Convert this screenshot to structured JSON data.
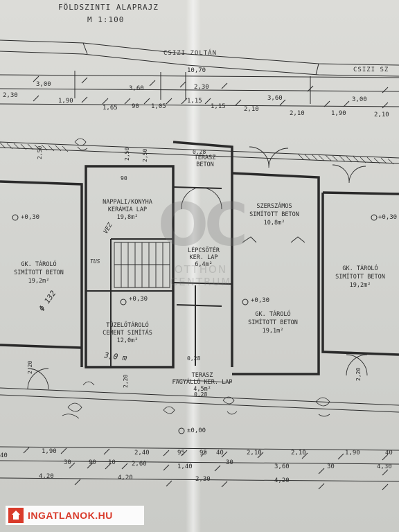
{
  "title": "FÖLDSZINTI ALAPRAJZ",
  "scale": "M 1:100",
  "street_left": "CSIZI ZOLTÁN",
  "street_right": "CSIZI SZ",
  "colors": {
    "ink": "#2a2a2a",
    "paper": "#d6d7d3",
    "brand": "#d93b2b"
  },
  "watermark": {
    "logo": "OC",
    "line1": "OTTHON",
    "line2": "CENTRUM"
  },
  "brand": {
    "icon": "house-icon",
    "text": "INGATLANOK.HU"
  },
  "top_dims_row1": [
    "10,70"
  ],
  "top_dims_row2": [
    "2,30",
    "3,00",
    "3,60",
    "2,30",
    "3,60",
    "3,00"
  ],
  "top_dims_row3": [
    "1,90",
    "1,65",
    "90",
    "1,05",
    "1,15",
    "1,15",
    "2,10",
    "2,10",
    "1,90",
    "2,10"
  ],
  "bottom_dims_row1": [
    "40",
    "1,90",
    "2,40",
    "95",
    "95",
    "40",
    "2,10",
    "2,10",
    "1,90",
    "40"
  ],
  "bottom_dims_row2": [
    "30",
    "90",
    "10",
    "2,60",
    "1,40",
    "30",
    "3,60",
    "30"
  ],
  "bottom_dims_row3": [
    "4,20",
    "2,30",
    "4,20",
    "4,30"
  ],
  "levels": [
    "+0,30",
    "+0,30",
    "+0,30",
    "+0,30",
    "±0,00"
  ],
  "rooms": [
    {
      "name": "NAPPALI/KONYHA",
      "floor": "KERÁMIA LAP",
      "area": "19,8m²"
    },
    {
      "name": "GK. TÁROLÓ",
      "floor": "SIMÍTOTT BETON",
      "area": "19,2m²"
    },
    {
      "name": "TERASZ",
      "floor": "BETON",
      "area": ""
    },
    {
      "name": "SZERSZÁMOS",
      "floor": "SIMÍTOTT BETON",
      "area": "10,8m²"
    },
    {
      "name": "LÉPCSŐTÉR",
      "floor": "KER. LAP",
      "area": "6,4m²"
    },
    {
      "name": "GK. TÁROLÓ",
      "floor": "SIMÍTOTT BETON",
      "area": "19,1m²"
    },
    {
      "name": "TÜZELŐTÁROLÓ",
      "floor": "CEMENT SIMÍTÁS",
      "area": "12,0m²"
    },
    {
      "name": "TERASZ",
      "floor": "FAGYÁLLÓ KER. LAP",
      "area": "4,5m²"
    },
    {
      "name": "GK. TÁROLÓ",
      "floor": "SIMÍTOTT BETON",
      "area": "19,2m²"
    }
  ],
  "small_labels": [
    "2,50",
    "2,50",
    "2,50",
    "2,20",
    "2,20",
    "2,20",
    "0,28",
    "0,28",
    "0,28",
    "90"
  ],
  "handwritten": [
    "Φ 132",
    "3,0 m",
    "TUS",
    "VEZ"
  ]
}
